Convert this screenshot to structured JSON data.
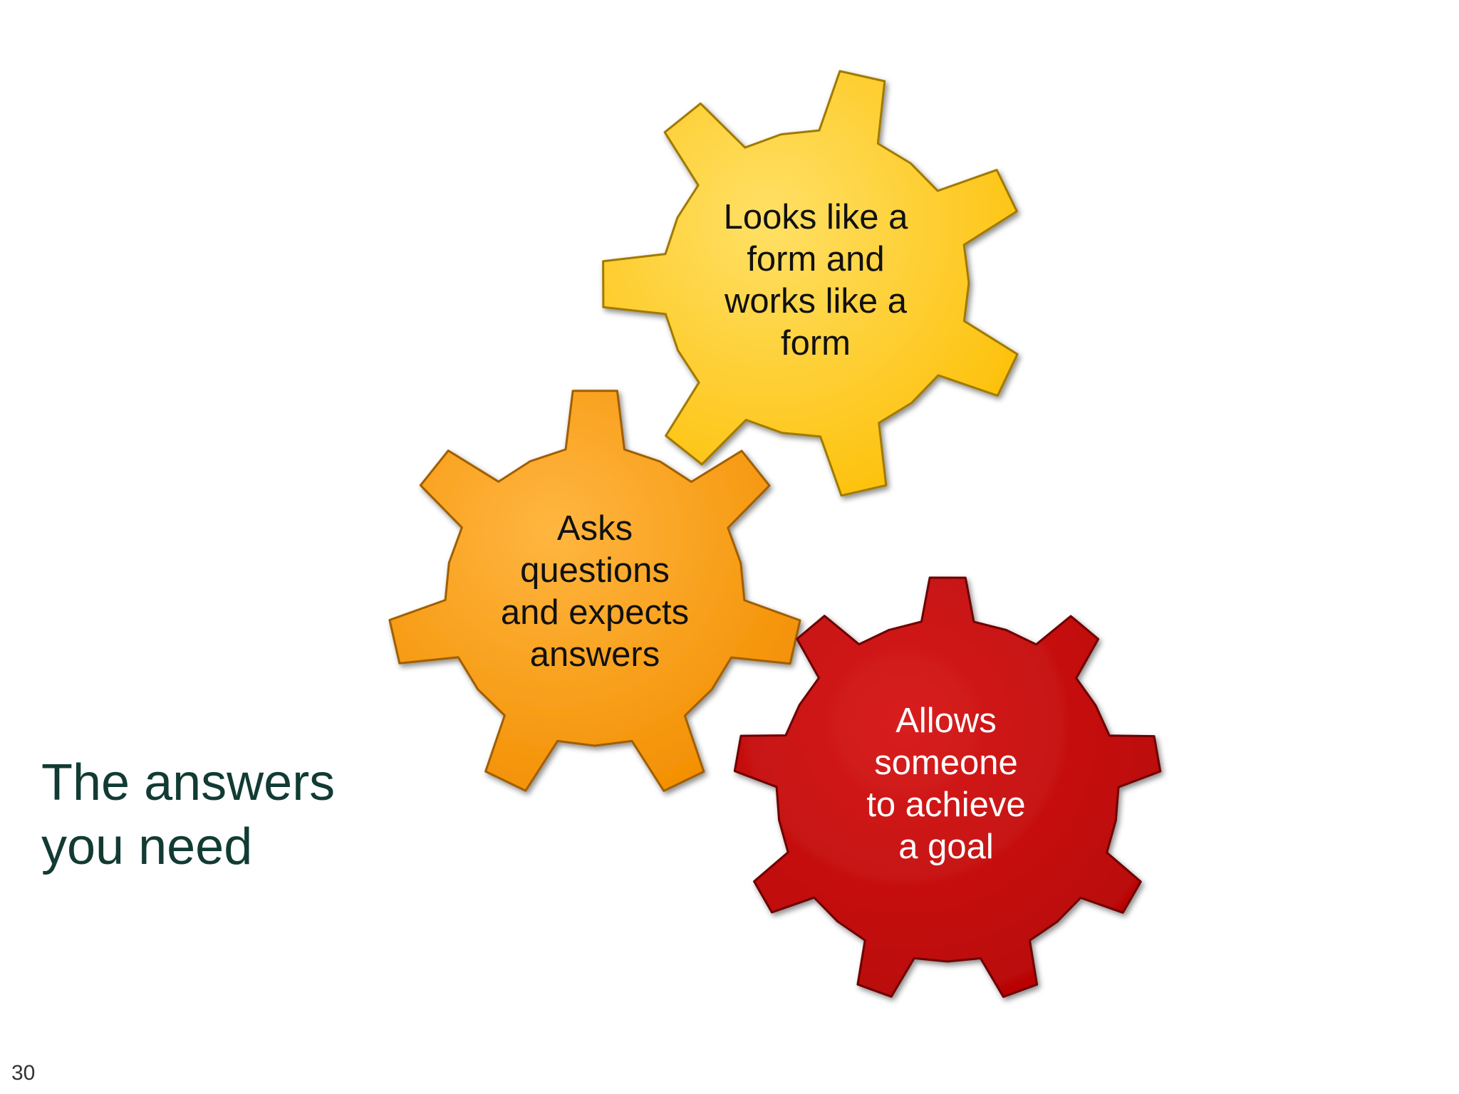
{
  "slide": {
    "title": "The answers\nyou need",
    "title_color": "#113b33",
    "page_number": "30"
  },
  "gears": [
    {
      "id": "form",
      "label": "Looks like a\nform and\nworks like a\nform",
      "fill": "#fdc10b",
      "stroke": "#a07a00",
      "text_color": "dark"
    },
    {
      "id": "questions",
      "label": "Asks\nquestions\nand expects\nanswers",
      "fill": "#f79707",
      "stroke": "#a05e00",
      "text_color": "dark"
    },
    {
      "id": "goal",
      "label": "Allows\nsomeone\nto achieve\na goal",
      "fill": "#c20a0a",
      "stroke": "#6e0000",
      "text_color": "light"
    }
  ]
}
